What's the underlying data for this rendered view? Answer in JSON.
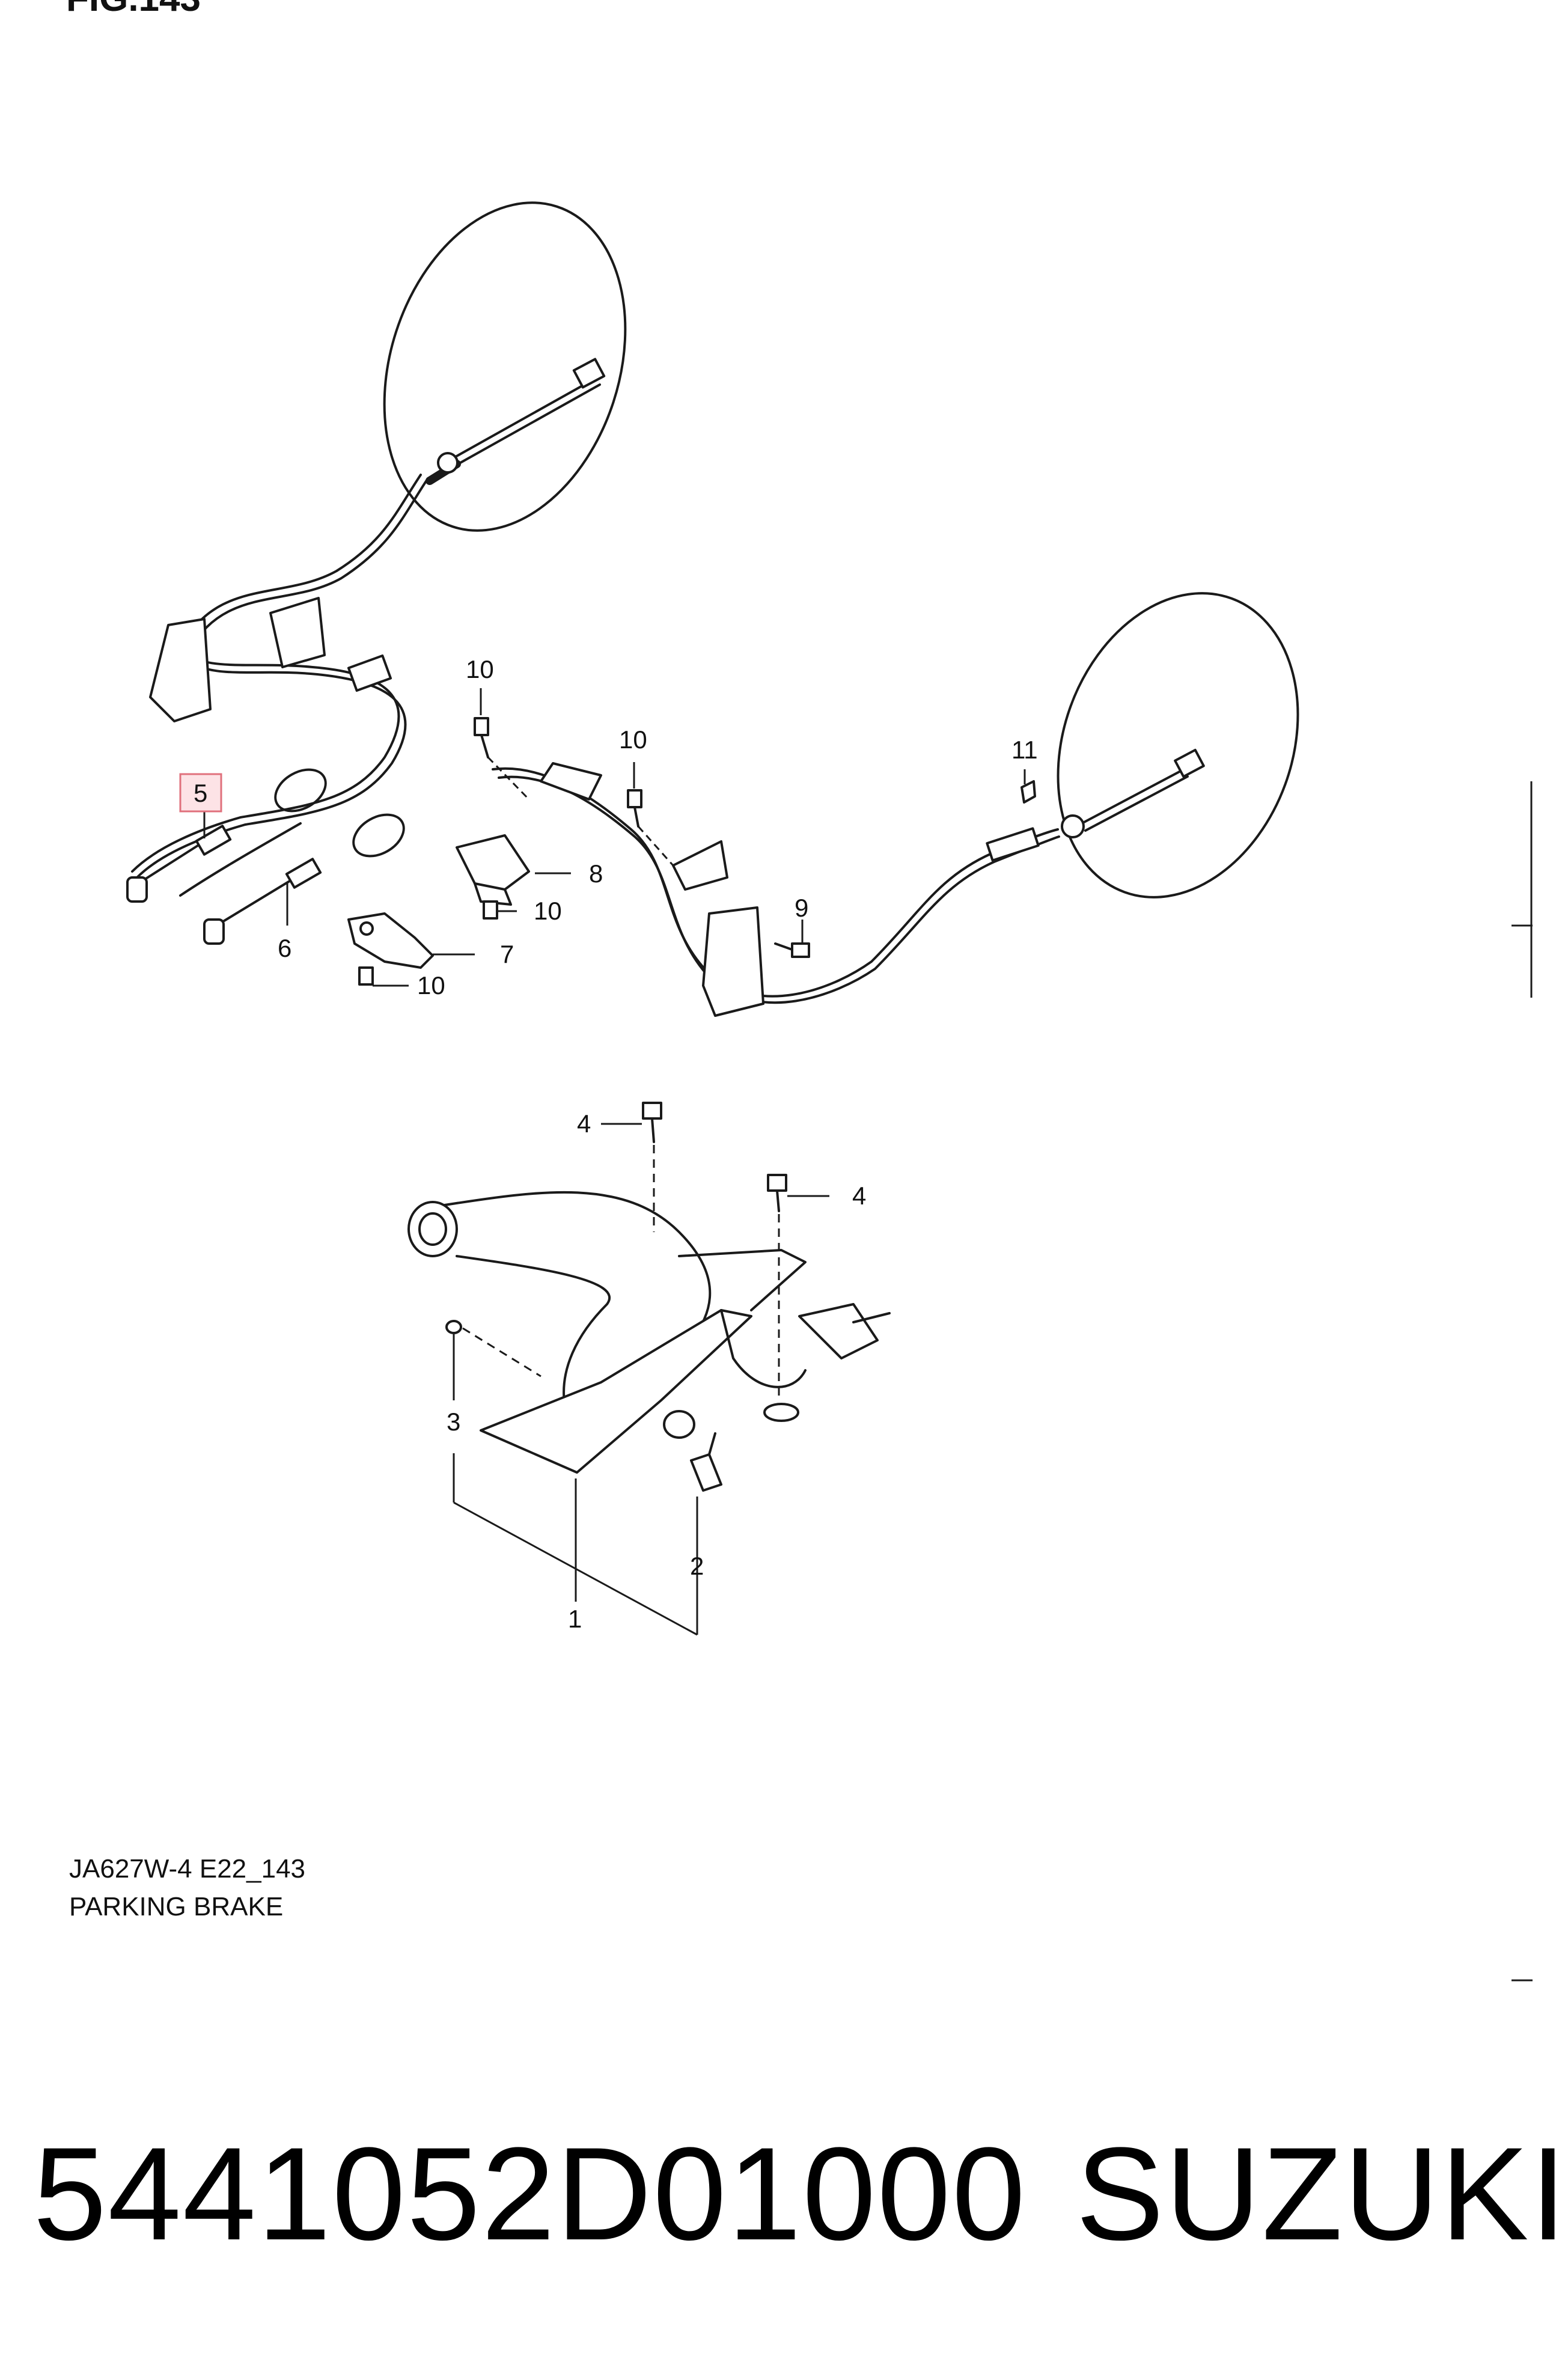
{
  "figure": {
    "title": "FIG.143",
    "code": "JA627W-4 E22_143",
    "name": "PARKING BRAKE"
  },
  "callouts": [
    {
      "id": "c1",
      "text": "1"
    },
    {
      "id": "c2",
      "text": "2"
    },
    {
      "id": "c3",
      "text": "3"
    },
    {
      "id": "c4a",
      "text": "4"
    },
    {
      "id": "c4b",
      "text": "4"
    },
    {
      "id": "c5",
      "text": "5",
      "highlighted": true
    },
    {
      "id": "c6",
      "text": "6"
    },
    {
      "id": "c7",
      "text": "7"
    },
    {
      "id": "c8",
      "text": "8"
    },
    {
      "id": "c9",
      "text": "9"
    },
    {
      "id": "c10a",
      "text": "10"
    },
    {
      "id": "c10b",
      "text": "10"
    },
    {
      "id": "c10c",
      "text": "10"
    },
    {
      "id": "c10d",
      "text": "10"
    },
    {
      "id": "c11",
      "text": "11"
    }
  ],
  "footer": {
    "part_number": "5441052D01000",
    "brand": "SUZUKI"
  },
  "colors": {
    "line": "#1a1a1a",
    "highlight_fill": "#fde3e6",
    "highlight_stroke": "#e0707c"
  }
}
